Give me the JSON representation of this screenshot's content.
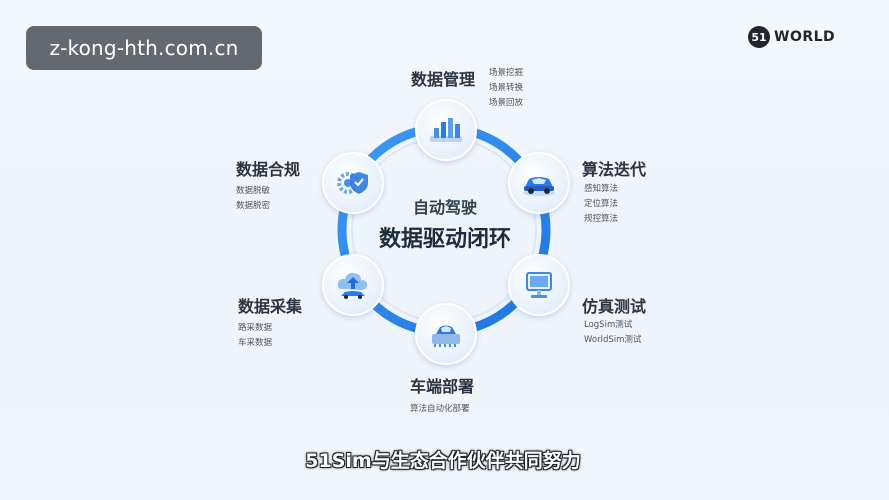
{
  "watermark": "z-kong-hth.com.cn",
  "brand": {
    "mark": "51",
    "text": "WORLD"
  },
  "center": {
    "line1": "自动驾驶",
    "line2": "数据驱动闭环"
  },
  "stages": {
    "data_management": {
      "title": "数据管理",
      "items": [
        "场景挖掘",
        "场景转换",
        "场景回放"
      ]
    },
    "algorithm_iteration": {
      "title": "算法迭代",
      "items": [
        "感知算法",
        "定位算法",
        "规控算法"
      ]
    },
    "simulation_testing": {
      "title": "仿真测试",
      "items": [
        "LogSim测试",
        "WorldSim测试"
      ]
    },
    "vehicle_deployment": {
      "title": "车端部署",
      "items": [
        "算法自动化部署"
      ]
    },
    "data_collection": {
      "title": "数据采集",
      "items": [
        "路采数据",
        "车采数据"
      ]
    },
    "data_compliance": {
      "title": "数据合规",
      "items": [
        "数据脱敏",
        "数据脱密"
      ]
    }
  },
  "icons": {
    "data_management": "bar-chart-icon",
    "algorithm_iteration": "car-icon",
    "simulation_testing": "monitor-icon",
    "vehicle_deployment": "chip-car-icon",
    "data_collection": "cloud-upload-icon",
    "data_compliance": "shield-gear-icon"
  },
  "colors": {
    "ring": "#2f8cf0",
    "accent": "#3a7de0"
  },
  "caption": "51Sim与生态合作伙伴共同努力"
}
